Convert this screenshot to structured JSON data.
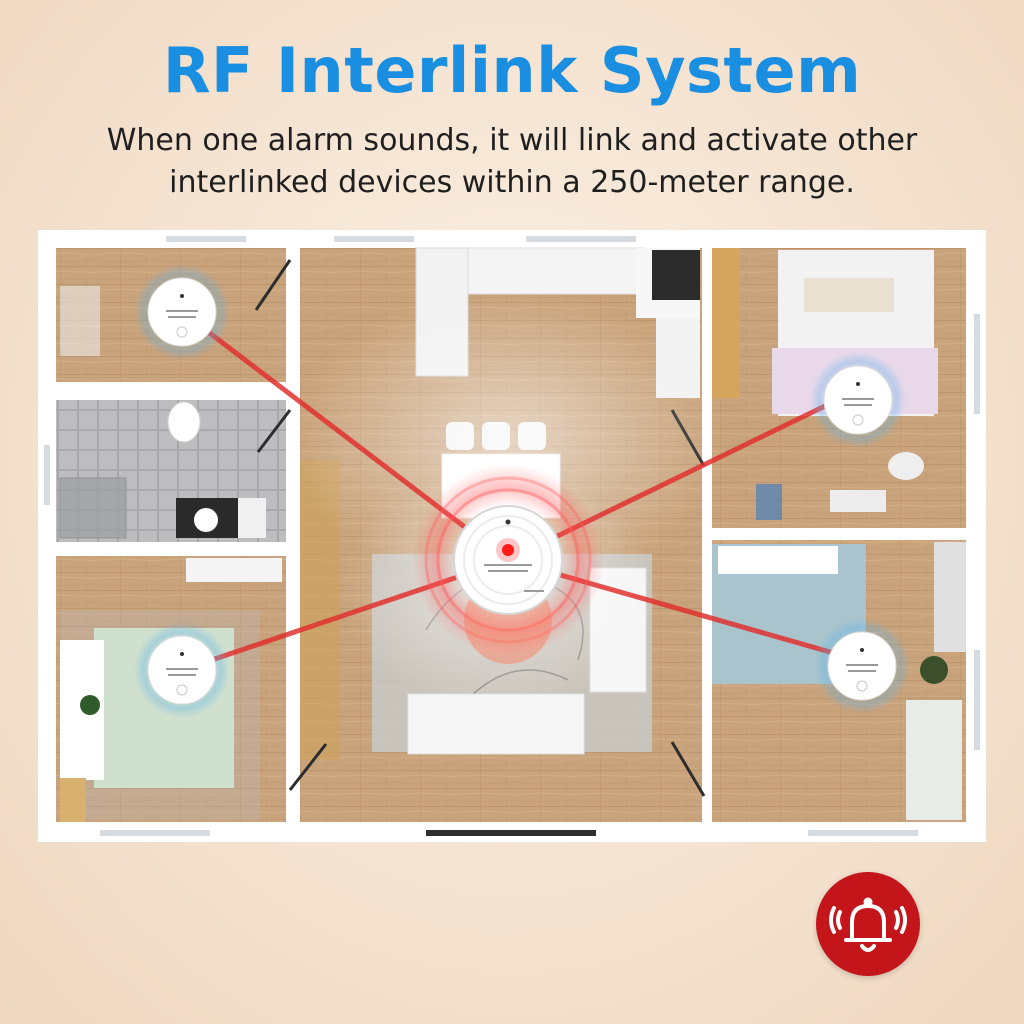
{
  "header": {
    "title": "RF Interlink System",
    "subtitle_line1": "When one alarm sounds, it will link and activate other",
    "subtitle_line2": "interlinked devices within a 250-meter range."
  },
  "floorplan": {
    "rooms": [
      "small-office",
      "bathroom",
      "bedroom-left",
      "living-room",
      "kitchen",
      "bedroom-top-right",
      "bedroom-bottom-right"
    ],
    "alarms": {
      "central": "smoke-alarm-central",
      "linked": [
        "smoke-alarm-top-left",
        "smoke-alarm-bottom-left",
        "smoke-alarm-top-right",
        "smoke-alarm-bottom-right"
      ]
    }
  },
  "colors": {
    "title": "#1a8ee0",
    "text": "#1f1f1f",
    "link_beam": "#e0312f",
    "badge": "#c4151b",
    "wood": "#c8a27a",
    "wall": "#ffffff"
  },
  "icons": {
    "badge": "ringing-bell-icon"
  }
}
